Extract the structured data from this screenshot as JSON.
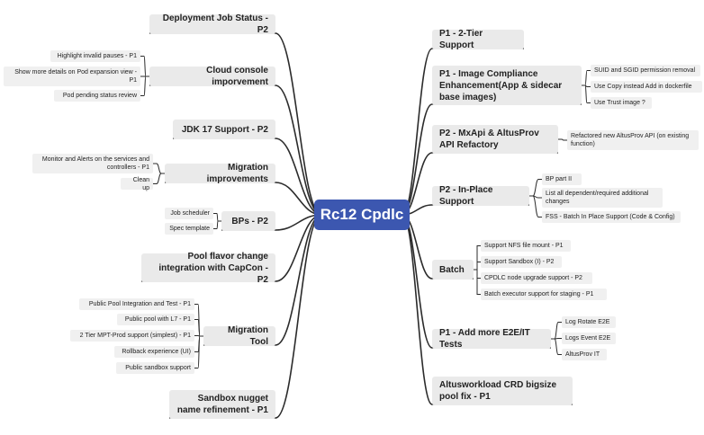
{
  "root": {
    "label": "Rc12 Cpdlc"
  },
  "branches": [
    {
      "key": "deploy",
      "label": "Deployment Job Status - P2",
      "children": []
    },
    {
      "key": "cloud",
      "label": "Cloud console imporvement",
      "children": [
        "Highlight invalid pauses - P1",
        "Show more details on Pod expansion view - P1",
        "Pod pending status review"
      ]
    },
    {
      "key": "jdk",
      "label": "JDK 17 Support - P2",
      "children": []
    },
    {
      "key": "migimp",
      "label": "Migration improvements",
      "children": [
        "Monitor and Alerts on the services and controllers - P1",
        "Clean up"
      ]
    },
    {
      "key": "bps",
      "label": "BPs - P2",
      "children": [
        "Job scheduler",
        "Spec template"
      ]
    },
    {
      "key": "pool",
      "label": "Pool flavor change integration with CapCon - P2",
      "children": []
    },
    {
      "key": "migtool",
      "label": "Migration Tool",
      "children": [
        "Public Pool Integration and Test - P1",
        "Public pool with L7 - P1",
        "2 Tier MPT-Prod support (simplest) - P1",
        "Rollback experience (UI)",
        "Public sandbox support"
      ]
    },
    {
      "key": "sandbox",
      "label": "Sandbox nugget name refinement - P1",
      "children": []
    },
    {
      "key": "tier",
      "label": "P1 - 2-Tier Support",
      "children": []
    },
    {
      "key": "image",
      "label": "P1 - Image Compliance Enhancement(App & sidecar base images)",
      "children": [
        "SUID and SGID permission removal",
        "Use Copy instead Add in dockerfile",
        "Use Trust image ?"
      ]
    },
    {
      "key": "mxapi",
      "label": "P2 - MxApi & AltusProv API Refactory",
      "children": [
        "Refactored new AltusProv API (on existing function)"
      ]
    },
    {
      "key": "inplace",
      "label": "P2 - In-Place Support",
      "children": [
        "BP part II",
        "List all dependent/required additional changes",
        "FSS - Batch In Place Support (Code & Config)"
      ]
    },
    {
      "key": "batch",
      "label": "Batch",
      "children": [
        "Support NFS file mount - P1",
        "Support Sandbox (I) - P2",
        "CPDLC node upgrade support - P2",
        "Batch executor support for staging - P1"
      ]
    },
    {
      "key": "e2e",
      "label": "P1 - Add more E2E/IT Tests",
      "children": [
        "Log Rotate E2E",
        "Logs Event E2E",
        "AltusProv IT"
      ]
    },
    {
      "key": "crd",
      "label": "Altusworkload CRD bigsize pool fix - P1",
      "children": []
    }
  ],
  "colors": {
    "root": "#3c57b0",
    "main_bg": "#eaeaea",
    "sub_bg": "#f0f0f0",
    "line": "#2b2b2b"
  }
}
